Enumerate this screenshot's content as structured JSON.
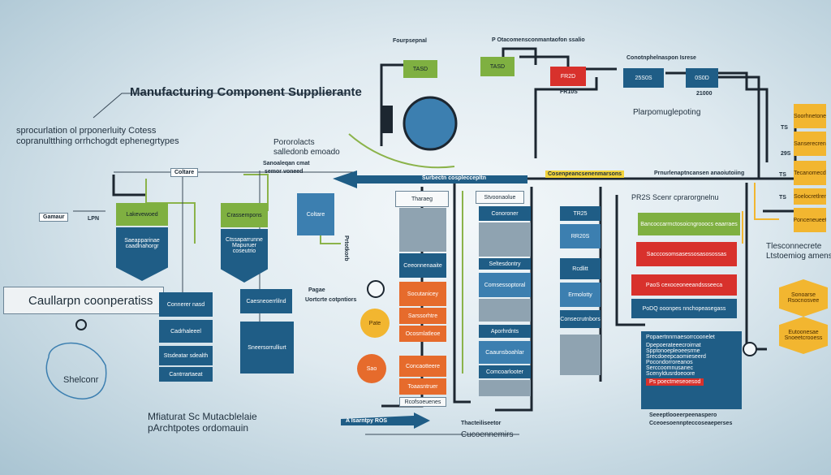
{
  "header": {
    "title": "Manufacturing Component Supplierante",
    "subtitle_line1": "sprocurlation ol prponerluity Cotess",
    "subtitle_line2": "copranultthing orrhchogdt ephenegrtypes"
  },
  "side_title": {
    "label": "Caullarpn coonperatiss"
  },
  "bottom_left": {
    "line1": "Mfiaturat Sc Mutacblelaie",
    "line2": "pArchtpotes ordomauin"
  },
  "circle_left": {
    "label": "Shelconr"
  },
  "top_labels": {
    "l1": "Fourpsepnal",
    "l2": "P Otacomensconmantaofon ssalio",
    "l3": "Conotnphelnaspon Isrese",
    "box1": "TASD",
    "box2": "TASD",
    "box3": "FR2D",
    "box4": "25S0S",
    "box5": "0S0D",
    "num1": "FR10S",
    "num2": "21000",
    "right_title": "Plarpomuglepoting"
  },
  "mid_labels": {
    "porerolacts": "Pororolacts",
    "salledomb": "salledonb emoado",
    "sensor_top": "Sanoaleqan cmat",
    "sensor_mid": "semor voneed",
    "left_small": "Coltare",
    "left_small2": "Gamaur",
    "lpn": "LPN",
    "gauge1": "Pagae",
    "gauge2": "Uortcrte cotpntiors",
    "caption_mid": "Cucoennemirs",
    "brand_vertical": "Prtotkorb"
  },
  "green_blocks": [
    {
      "head": "Lakevewoed",
      "body": "Saeapparinae caadlnahorgr"
    },
    {
      "head": "Crassempons",
      "body": "Ctssaparrunne Mapuruer coseutrio"
    }
  ],
  "blue_left": [
    "Connerer nasd",
    "Cadrhaleeel",
    "Stsdeatar sdealth",
    "Cantrrartaeat",
    "Caesneoerrlilnd",
    "Sneersorrulliurt"
  ],
  "blue_mid": [
    "Ceeonnenaaite",
    "Conoroner",
    "Seltesdontry",
    "Comsessoptoral"
  ],
  "orange_col": [
    "Socutanicey",
    "Sarssorhtre",
    "Ocosmlatleoe",
    "Concaotteere",
    "Toaasntruer",
    "Rcofsoeuenes"
  ],
  "circles": {
    "c1": "Pate",
    "c2": "Sao"
  },
  "pipeline": {
    "arrow": "Surbectn cospleccepltn",
    "arrow2": "Rcdlitt",
    "arrow3": "Ermolotty",
    "column_head": "Tharaeg",
    "column_head2": "Stvoonaolue",
    "flow1": "Aporhrdnts",
    "flow2": "Caaunsboahlar",
    "flow3": "Comcoarlooter",
    "bottom_label": "A Isarntpy ROS",
    "bottom_label2": "Thacteiliseetor"
  },
  "right_panel": {
    "top_label": "Cosenpeancsenenmarsons",
    "caption": "Prnurlenaptncansen anaoiutoiing",
    "tag1": "TR25",
    "tag2": "RR20S",
    "header": "PR2S Scenr cprarorgnelnu",
    "green": "Bancoccarrnctosoicngrooocs eaarraes",
    "red1": "Sacccosomsasessosasosossas",
    "red2": "PaoS cexoceoneeandssseeca",
    "blue1": "PoDQ ooonpes nnchopeasegass",
    "blue_list_head": "Popaertnnrnaesorrcoonelet",
    "blue_list": [
      "Dpepoerateeecroirnat",
      "Spptonoepleoeesrme",
      "Srecdoeepcaomieseerd",
      "Pocondorroreanos",
      "Serccoomnusanec",
      "Scenyldusrdoeoore"
    ],
    "red_footer": "Ps poectmeseoesod",
    "bottom_caption1": "Seeeptlooeerpeenaspero",
    "bottom_caption2": "Cceoesoennpteccoseaeperses",
    "bottom_caption3": "Consecrutnbors"
  },
  "far_right": {
    "title1": "Tlesconnecrete",
    "title2": "Ltstoemiog amenss",
    "labels": [
      "TS",
      "29S",
      "TS",
      "TS"
    ],
    "yellow": [
      "Soorhnetone",
      "Sanserecren",
      "Tecanomecd",
      "Soelocretlrer",
      "Ponceneueet"
    ],
    "hex1": "Sonoarse Rsocnosvee",
    "hex2": "Eutoonesae Snoeetcrooess"
  },
  "colors": {
    "navy": "#1f5d86",
    "green": "#7fb041",
    "red": "#d8312c",
    "orange": "#e66b2c",
    "yellow": "#f2b630"
  }
}
